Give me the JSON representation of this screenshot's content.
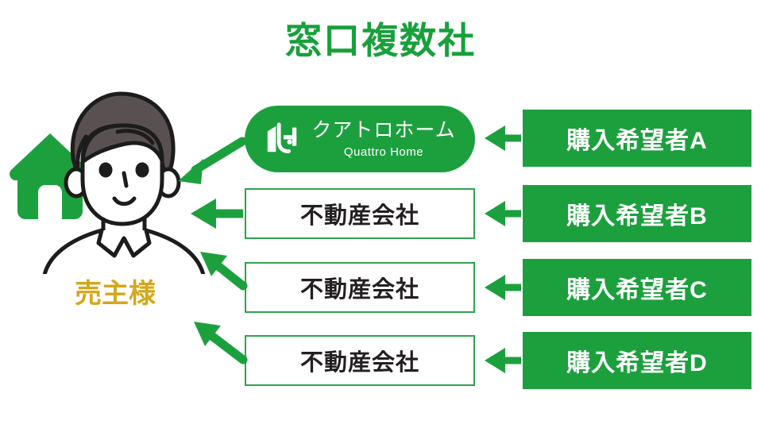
{
  "title": "窓口複数社",
  "colors": {
    "brand_green": "#1CA03E",
    "title_green": "#18A03C",
    "border_green": "#2FA34E",
    "arrow_green": "#1CA03E",
    "seller_gold": "#D4A81C",
    "text_dark": "#231F20",
    "hair_gray": "#595151",
    "background": "#FFFFFF"
  },
  "seller": {
    "label": "売主様",
    "house_icon": "house-icon",
    "person_icon": "person-illustration"
  },
  "logo": {
    "mark": "quattro-home-qh-monogram-icon",
    "name_jp": "クアトロホーム",
    "name_en": "Quattro Home"
  },
  "agencies": [
    {
      "label": "不動産会社"
    },
    {
      "label": "不動産会社"
    },
    {
      "label": "不動産会社"
    }
  ],
  "buyers": [
    {
      "label": "購入希望者A"
    },
    {
      "label": "購入希望者B"
    },
    {
      "label": "購入希望者C"
    },
    {
      "label": "購入希望者D"
    }
  ],
  "arrows": {
    "buyer_to_agency_direction": "left",
    "agency_to_seller_direction": "left",
    "count_buyer_to_agency": 4,
    "count_agency_to_seller": 4
  }
}
